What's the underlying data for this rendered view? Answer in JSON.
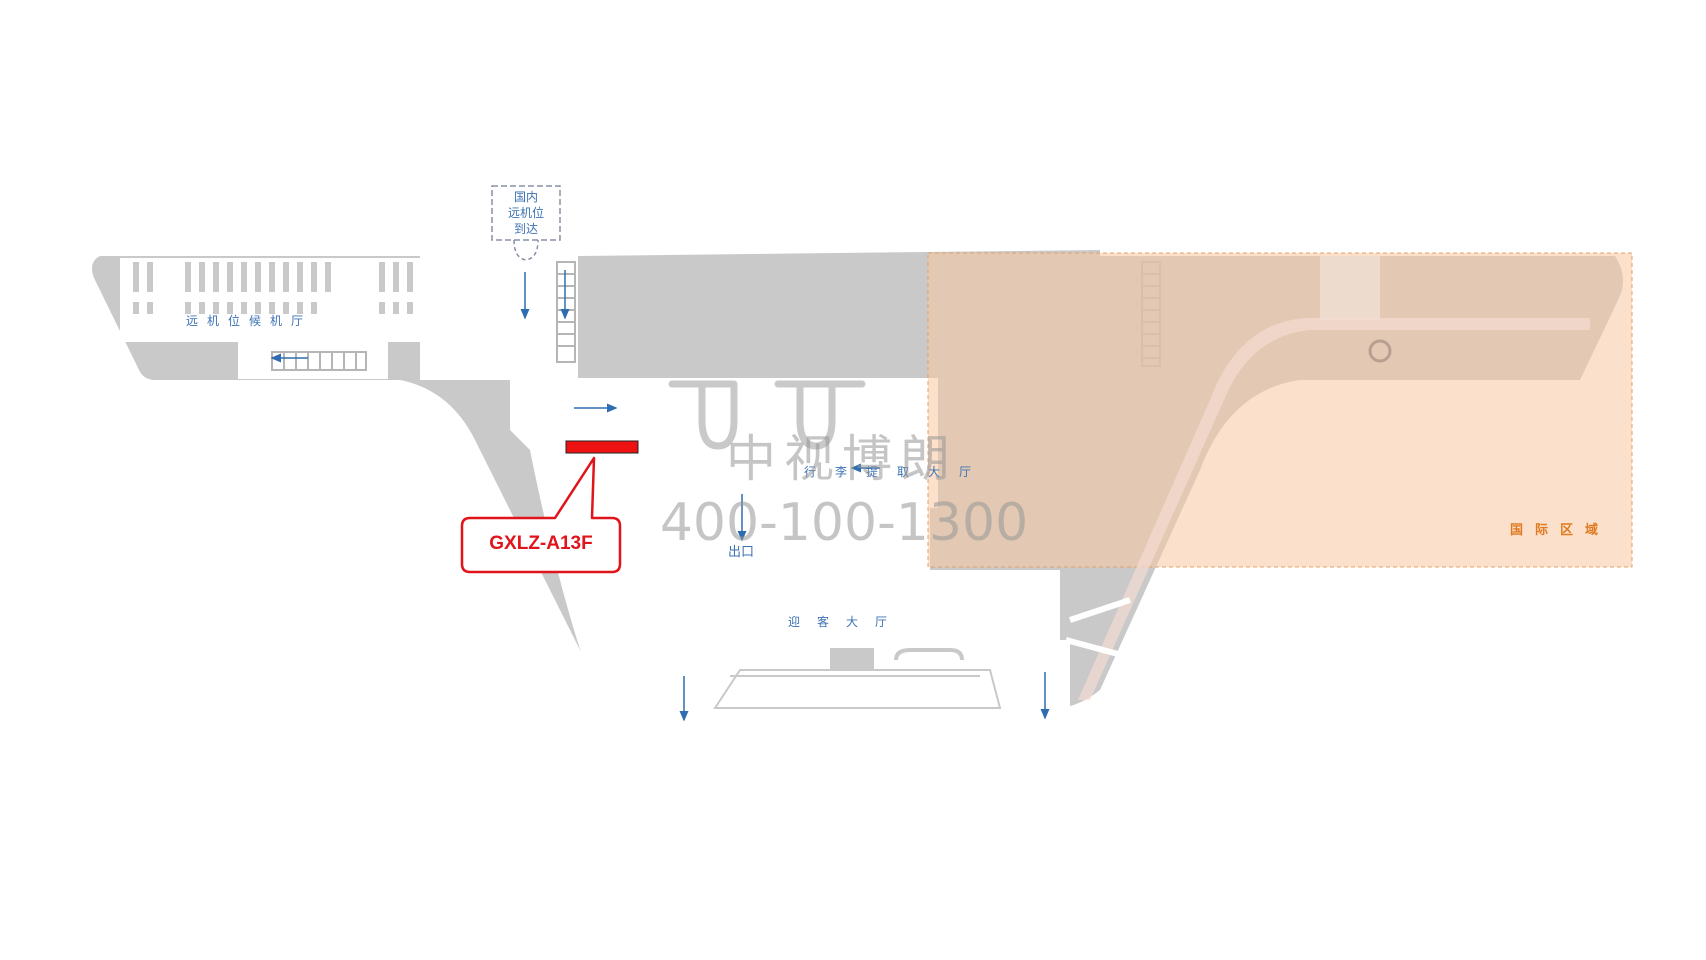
{
  "map": {
    "remote_stand_arrival_label": [
      "国内",
      "远机位",
      "到达"
    ],
    "remote_stand_lounge_label": "远机位候机厅",
    "baggage_claim_label": "行李提取大厅",
    "exit_label": "出口",
    "greeting_hall_label": "迎客大厅",
    "international_zone_label": "国际区域"
  },
  "ad": {
    "code": "GXLZ-A13F",
    "color": "#ee1111"
  },
  "watermark": {
    "company": "中视博朗",
    "phone": "400-100-1300"
  },
  "colors": {
    "floor": "#c9c9c9",
    "arrow": "#2e6db0",
    "intl_fill": "#f8c9a0",
    "intl_border": "#e8a060"
  }
}
